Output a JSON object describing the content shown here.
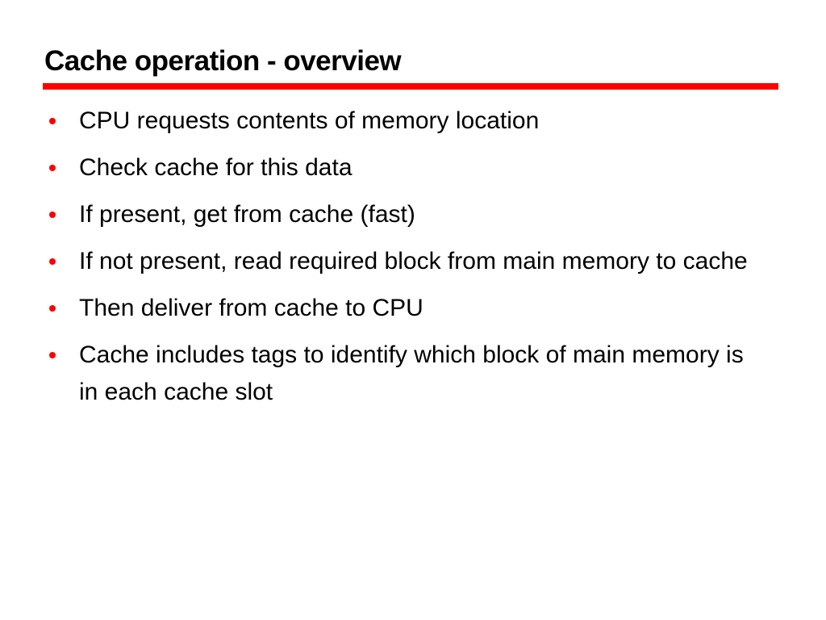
{
  "slide": {
    "title": "Cache operation - overview",
    "rule_color": "#FF0000",
    "background_color": "#FFFFFF",
    "text_color": "#000000",
    "bullet_color": "#FF0000",
    "bullets": [
      {
        "text": "CPU requests contents of memory location"
      },
      {
        "text": "Check cache for this data"
      },
      {
        "text": "If present, get from cache (fast)"
      },
      {
        "text": "If not present, read required block from main memory to cache"
      },
      {
        "text": "Then deliver from cache to CPU"
      },
      {
        "text": "Cache includes tags to identify which block of main memory is in each cache slot"
      }
    ]
  }
}
